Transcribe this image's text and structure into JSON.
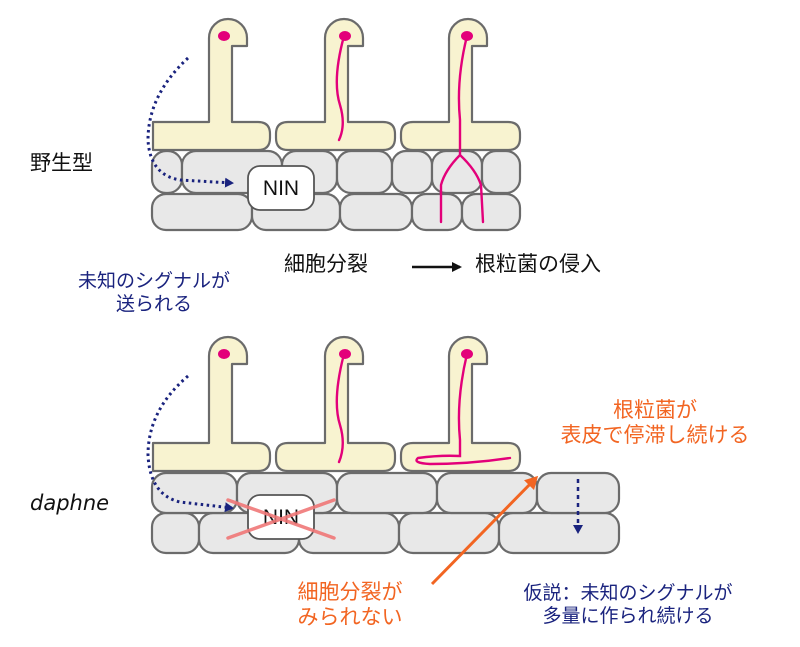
{
  "colors": {
    "cell_fill": "#e8e8e8",
    "cell_stroke": "#6b6b6b",
    "hair_fill": "#f8f3d0",
    "infection_thread": "#e3007a",
    "signal_arrow": "#1a237e",
    "annotation_orange": "#f26522",
    "cross": "#f07878"
  },
  "top": {
    "genotype": "野生型",
    "nin_label": "NIN",
    "process": {
      "from": "細胞分裂",
      "to": "根粒菌の侵入"
    }
  },
  "signal_note": {
    "line1": "未知のシグナルが",
    "line2": "送られる"
  },
  "bottom": {
    "genotype": "daphne",
    "nin_label": "NIN",
    "rhizobia_note": {
      "line1": "根粒菌が",
      "line2": "表皮で停滞し続ける"
    },
    "division_note": {
      "line1": "細胞分裂が",
      "line2": "みられない"
    },
    "hypothesis": {
      "line1": "仮説：未知のシグナルが",
      "line2": "多量に作られ続ける"
    }
  }
}
